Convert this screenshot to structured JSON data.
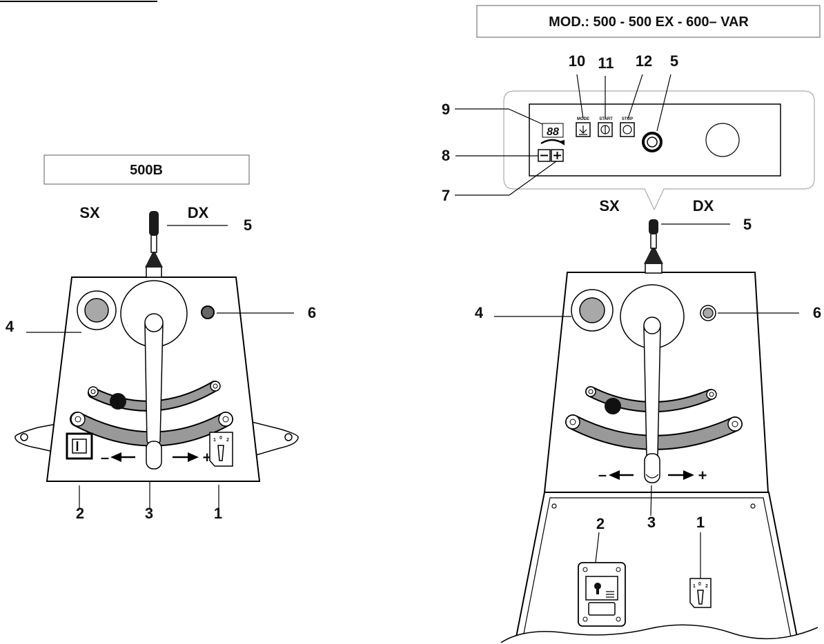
{
  "left": {
    "model_label": "500B",
    "side_left": "SX",
    "side_right": "DX",
    "callouts": [
      "1",
      "2",
      "3",
      "4",
      "5",
      "6"
    ],
    "dir_minus": "–",
    "dir_plus": "+"
  },
  "right": {
    "model_label": "MOD.: 500 -  500 EX - 600– VAR",
    "side_left": "SX",
    "side_right": "DX",
    "callouts": [
      "1",
      "2",
      "3",
      "4",
      "5",
      "6",
      "7",
      "8",
      "9",
      "10",
      "11",
      "12"
    ],
    "panel": {
      "display": "88",
      "mode_label": "MODE",
      "start_label": "START",
      "stop_label": "STOP"
    },
    "dir_minus": "–",
    "dir_plus": "+"
  },
  "switch_positions": [
    "1",
    "0",
    "2"
  ]
}
